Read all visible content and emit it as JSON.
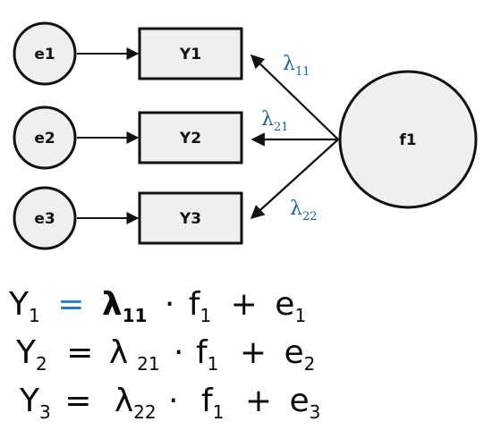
{
  "diagram": {
    "errors": [
      "e1",
      "e2",
      "e3"
    ],
    "indicators": [
      "Y1",
      "Y2",
      "Y3"
    ],
    "factor": "f1",
    "loadings": [
      {
        "symbol": "λ",
        "sub": "11"
      },
      {
        "symbol": "λ",
        "sub": "21"
      },
      {
        "symbol": "λ",
        "sub": "22"
      }
    ]
  },
  "equations": [
    {
      "lhs": "Y",
      "lhs_sub": "1",
      "eq": "=",
      "lam": "λ",
      "lam_sub": "11",
      "dot": "·",
      "f": "f",
      "f_sub": "1",
      "plus": "+",
      "e": "e",
      "e_sub": "1"
    },
    {
      "lhs": "Y",
      "lhs_sub": "2",
      "eq": "=",
      "lam": "λ",
      "lam_sub": "21",
      "dot": "·",
      "f": "f",
      "f_sub": "1",
      "plus": "+",
      "e": "e",
      "e_sub": "2"
    },
    {
      "lhs": "Y",
      "lhs_sub": "3",
      "eq": "=",
      "lam": "λ",
      "lam_sub": "22",
      "dot": "·",
      "f": "f",
      "f_sub": "1",
      "plus": "+",
      "e": "e",
      "e_sub": "3"
    }
  ],
  "colors": {
    "node_fill": "#efefef",
    "stroke": "#111111",
    "annotation": "#1f5fa8",
    "equation": "#0a0a0a",
    "equals_highlight": "#2b7bc0"
  }
}
